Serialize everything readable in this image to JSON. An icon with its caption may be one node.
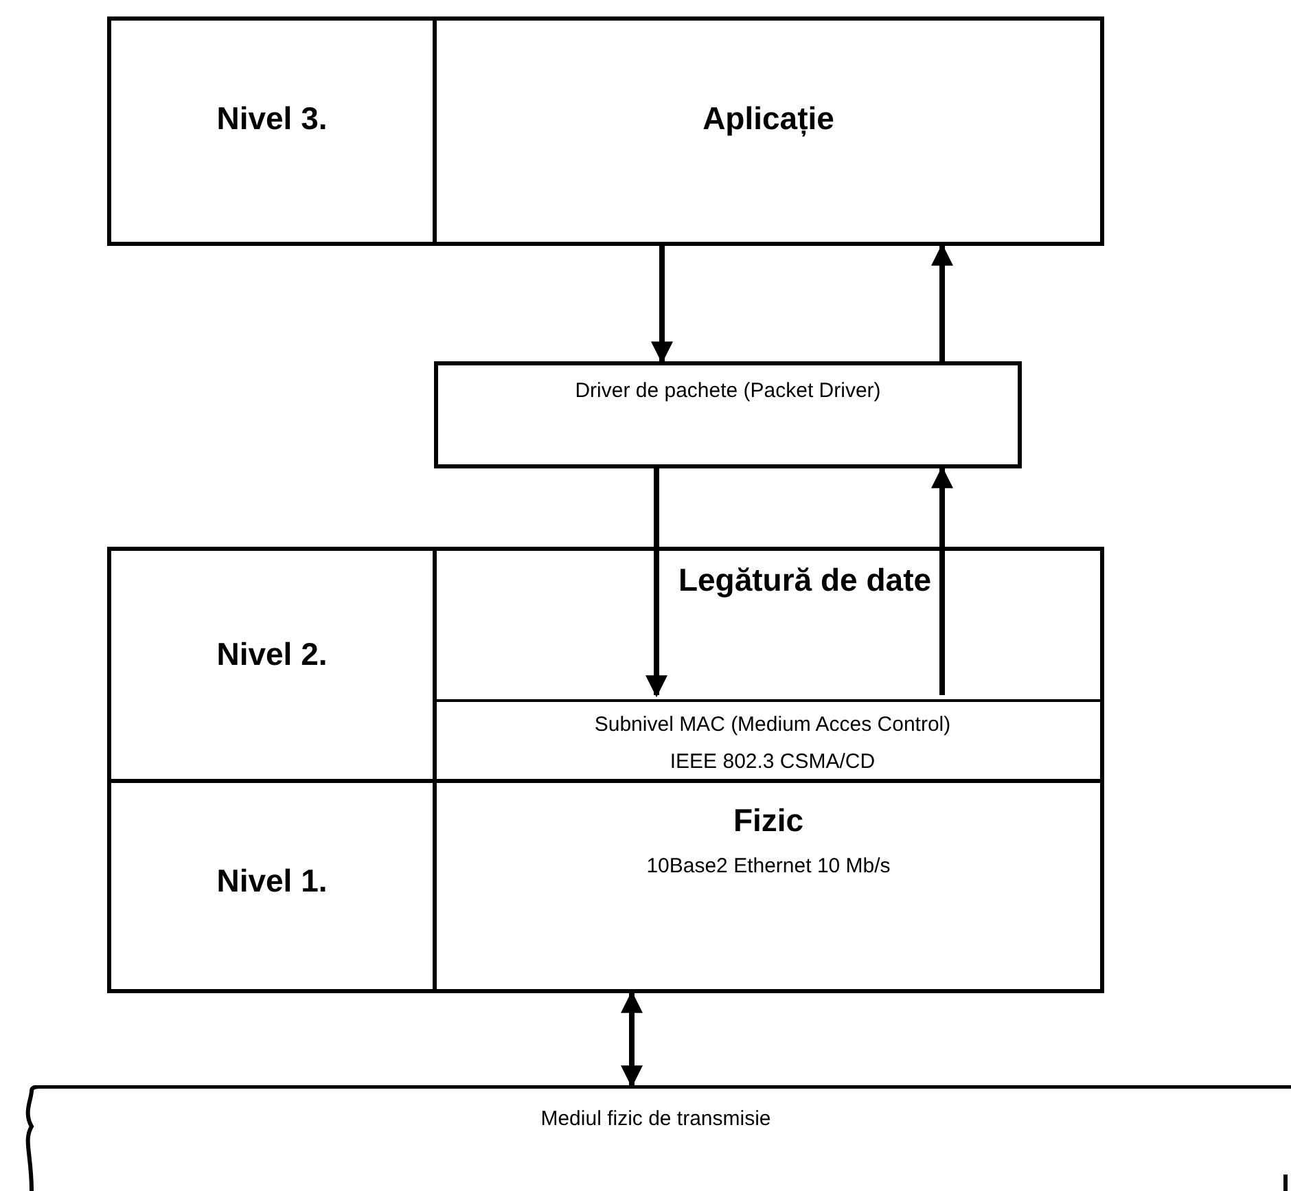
{
  "diagram": {
    "nodes": [
      {
        "text": [
          "Nivel 3."
        ]
      },
      {
        "text": [
          "Aplicație"
        ]
      },
      {
        "text": [
          "Driver de pachete (Packet Driver)"
        ]
      },
      {
        "text": [
          "Nivel 2."
        ]
      },
      {
        "text": [
          "Legătură de date"
        ]
      },
      {
        "text": [
          "Subnivel MAC (Medium Acces Control)",
          "IEEE 802.3 CSMA/CD"
        ],
        "in": 4
      },
      {
        "text": [
          "Nivel 1."
        ]
      },
      {
        "text": [
          "Fizic",
          "10Base2 Ethernet 10 Mb/s"
        ]
      },
      {
        "text": [
          "Mediul fizic de transmisie"
        ]
      }
    ],
    "edges": [
      {
        "from": 1,
        "to": 2,
        "arrow": "to"
      },
      {
        "from": 2,
        "to": 1,
        "arrow": "to"
      },
      {
        "from": 2,
        "to": 5,
        "arrow": "to"
      },
      {
        "from": 5,
        "to": 2,
        "arrow": "to"
      },
      {
        "from": 7,
        "to": 8,
        "arrow": "both"
      }
    ]
  }
}
